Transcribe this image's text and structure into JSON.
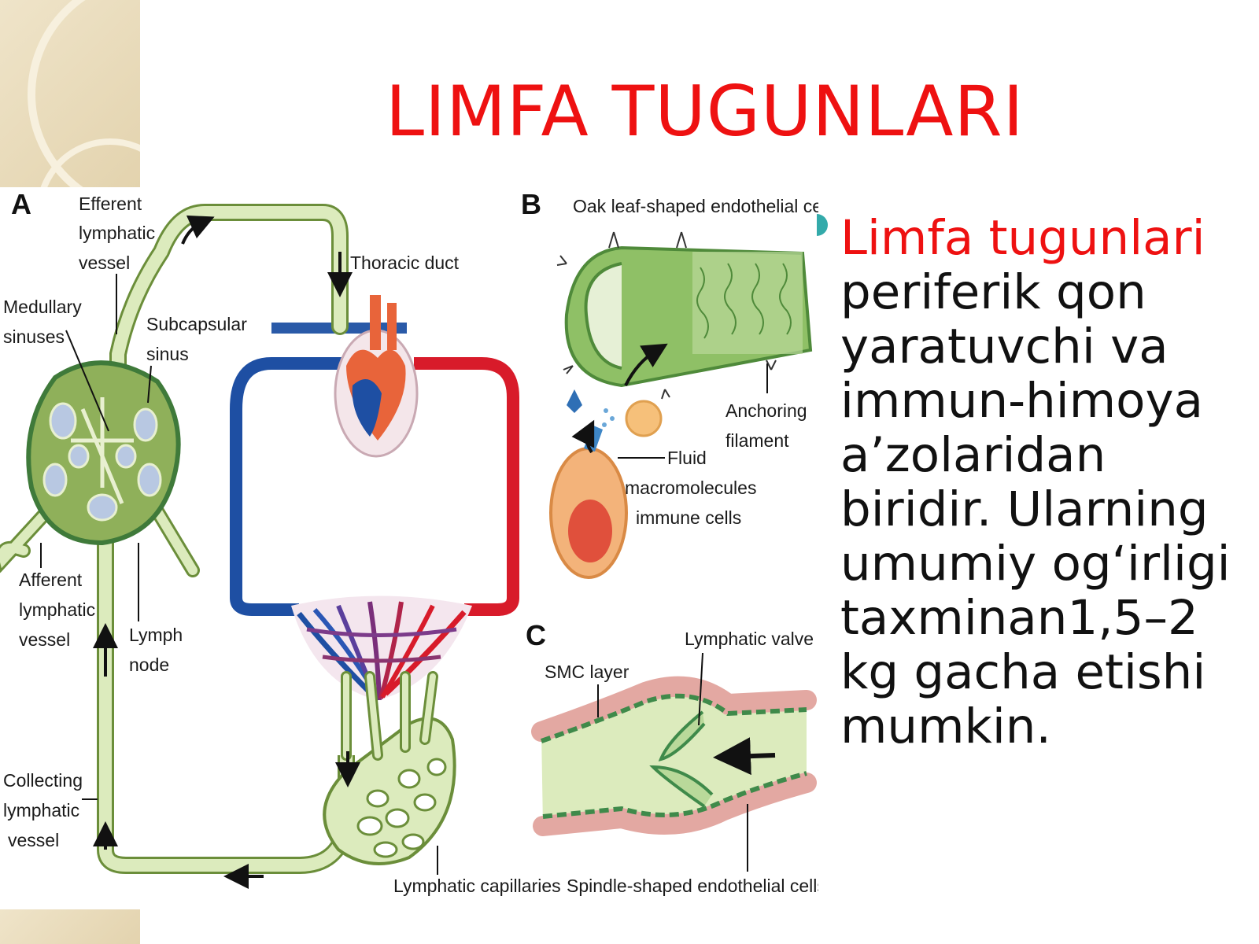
{
  "title": "LIMFA TUGUNLARI",
  "body_lead": "Limfa tugunlari",
  "body_rest": "periferik qon yaratuvchi va immun-himoya a’zolaridan biridir. Ularning umumiy og‘irligi taxminan1,5–2 kg gacha etishi mumkin.",
  "colors": {
    "title": "#ee1111",
    "lymph_fill": "#dcebbd",
    "lymph_stroke": "#6b8e3a",
    "vein": "#1e4fa3",
    "artery": "#d81b2a",
    "bullet": "#33aaaa"
  },
  "figure": {
    "panel_a": {
      "letter": "A",
      "labels": {
        "efferent_1": "Efferent",
        "efferent_2": "lymphatic",
        "efferent_3": "vessel",
        "thoracic": "Thoracic duct",
        "medullary_1": "Medullary",
        "medullary_2": "sinuses",
        "subcapsular_1": "Subcapsular",
        "subcapsular_2": "sinus",
        "afferent_1": "Afferent",
        "afferent_2": "lymphatic",
        "afferent_3": "vessel",
        "lymphnode_1": "Lymph",
        "lymphnode_2": "node",
        "collecting_1": "Collecting",
        "collecting_2": "lymphatic",
        "collecting_3": "vessel",
        "capillaries": "Lymphatic capillaries"
      }
    },
    "panel_b": {
      "letter": "B",
      "labels": {
        "oak": "Oak leaf-shaped endothelial cells",
        "anchoring_1": "Anchoring",
        "anchoring_2": "filament",
        "fluid": "Fluid",
        "macro": "macromolecules",
        "immune": "immune cells"
      }
    },
    "panel_c": {
      "letter": "C",
      "labels": {
        "valve": "Lymphatic valve",
        "smc": "SMC layer",
        "spindle": "Spindle-shaped endothelial cells"
      }
    }
  }
}
